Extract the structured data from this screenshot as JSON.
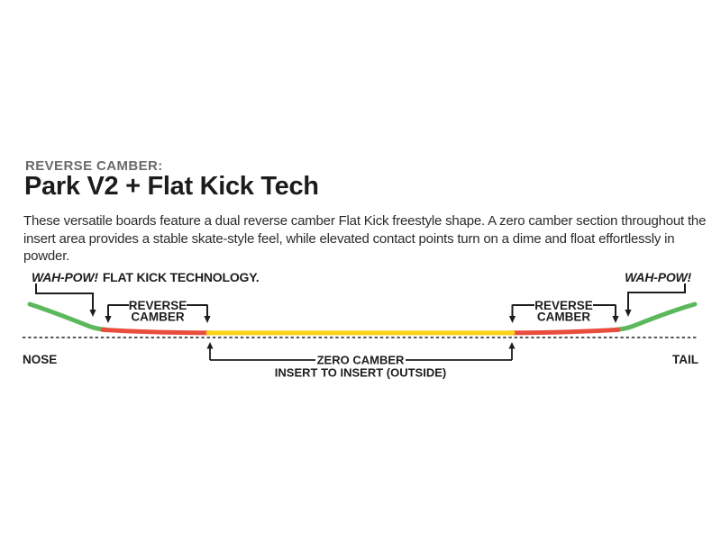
{
  "header": {
    "eyebrow": "REVERSE CAMBER:",
    "title": "Park V2 + Flat Kick Tech",
    "description": "These versatile boards feature a dual reverse camber Flat Kick freestyle shape. A zero camber section throughout the insert area provides a stable skate-style feel, while elevated contact points turn on a dime and float effortlessly in powder."
  },
  "diagram": {
    "nose_label": "NOSE",
    "tail_label": "TAIL",
    "wah_pow": "WAH-POW!",
    "flat_kick_caption": "FLAT KICK TECHNOLOGY.",
    "reverse_camber": {
      "line1": "REVERSE",
      "line2": "CAMBER"
    },
    "zero_camber": {
      "line1": "ZERO CAMBER",
      "line2": "INSERT TO INSERT (OUTSIDE)"
    },
    "colors": {
      "kick_green": "#5CB85C",
      "camber_red": "#E84D3E",
      "flat_yellow": "#FDD116",
      "ink_black": "#1D1D1D"
    }
  }
}
